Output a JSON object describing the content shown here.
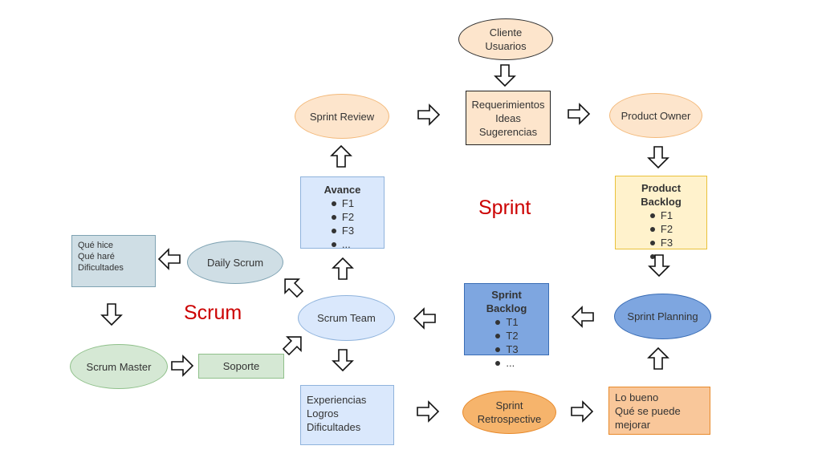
{
  "nodes": {
    "cliente": {
      "lines": [
        "Cliente",
        "Usuarios"
      ]
    },
    "requerimientos": {
      "lines": [
        "Requerimientos",
        "Ideas",
        "Sugerencias"
      ]
    },
    "product_owner": {
      "label": "Product Owner"
    },
    "sprint_review": {
      "label": "Sprint Review"
    },
    "product_backlog": {
      "title_lines": [
        "Product",
        "Backlog"
      ],
      "items": [
        "F1",
        "F2",
        "F3",
        ""
      ]
    },
    "avance": {
      "title": "Avance",
      "items": [
        "F1",
        "F2",
        "F3",
        "..."
      ]
    },
    "daily_scrum": {
      "label": "Daily Scrum"
    },
    "que_hice": {
      "lines": [
        "Qué hice",
        "Qué haré",
        "Dificultades"
      ]
    },
    "scrum_team": {
      "label": "Scrum Team"
    },
    "sprint_backlog": {
      "title_lines": [
        "Sprint",
        "Backlog"
      ],
      "items": [
        "T1",
        "T2",
        "T3",
        "..."
      ]
    },
    "sprint_planning": {
      "label": "Sprint Planning"
    },
    "scrum_master": {
      "label": "Scrum Master"
    },
    "soporte": {
      "label": "Soporte"
    },
    "experiencias": {
      "lines": [
        "Experiencias",
        "Logros",
        "Dificultades"
      ]
    },
    "retrospective": {
      "lines": [
        "Sprint",
        "Retrospective"
      ]
    },
    "lo_bueno": {
      "lines": [
        "Lo bueno",
        "Qué se puede",
        "mejorar"
      ]
    }
  },
  "labels": {
    "sprint": "Sprint",
    "scrum": "Scrum"
  },
  "colors": {
    "orange_light_fill": "#fde5cc",
    "orange_light_border": "#f3b97a",
    "orange_fill": "#f6b46c",
    "orange_border": "#e88a2b",
    "yellow_fill": "#fff2cc",
    "yellow_border": "#e9c13b",
    "blue_light_fill": "#dae8fc",
    "blue_light_border": "#8fb3dc",
    "blue_fill": "#7ea6e0",
    "blue_border": "#3a6db5",
    "gray_blue_fill": "#cfdee5",
    "gray_blue_border": "#7fa3b3",
    "green_fill": "#d5e8d4",
    "green_border": "#8fc08a",
    "red_text": "#cc0000"
  }
}
